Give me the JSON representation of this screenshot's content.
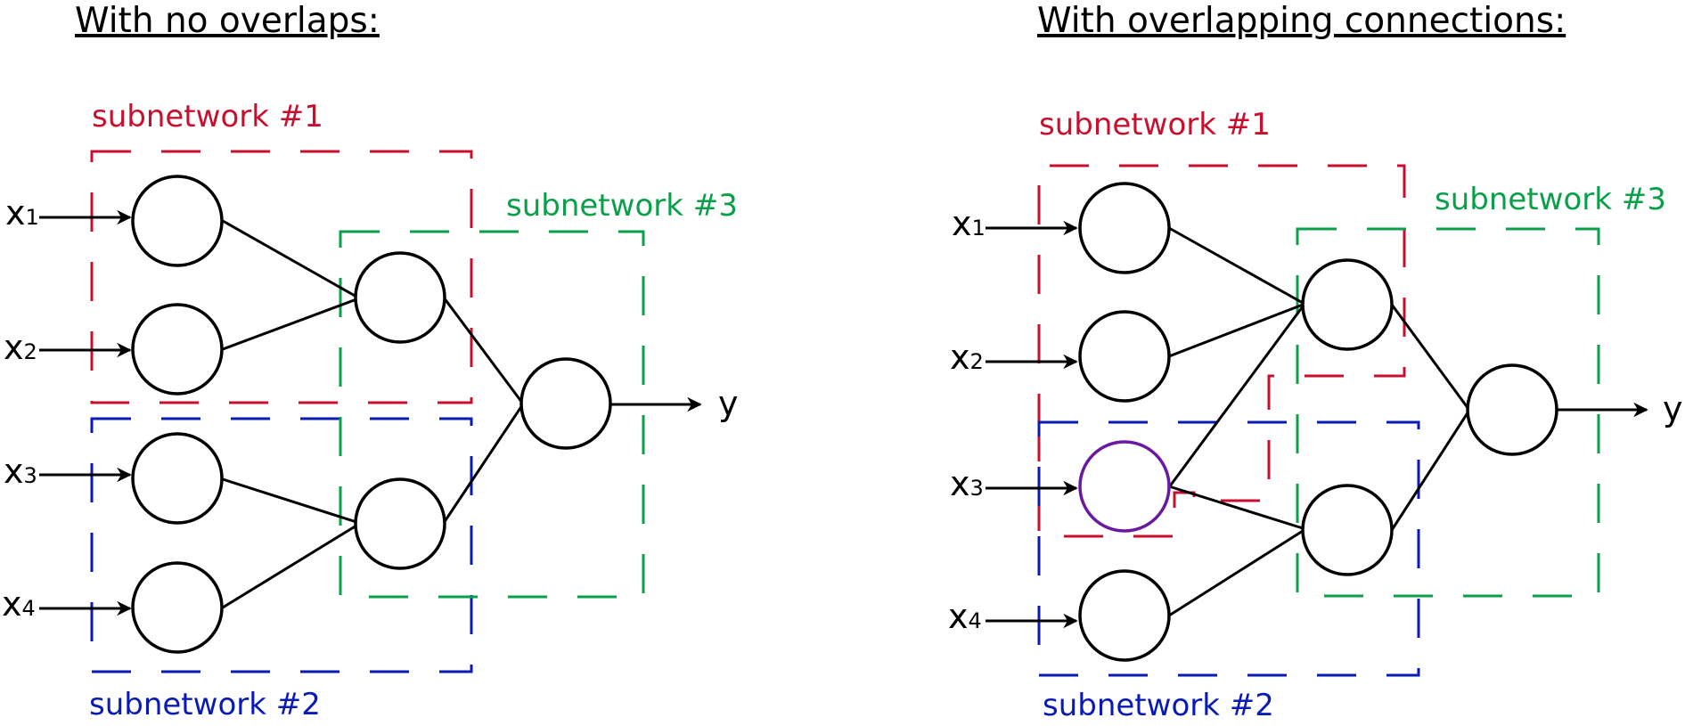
{
  "colors": {
    "subnetwork_1": "#c8102e",
    "subnetwork_2": "#0a1ab4",
    "subnetwork_3": "#0aa04a",
    "shared_node": "#6a1aa0"
  },
  "left": {
    "title": "With no overlaps:",
    "subnetwork_1": "subnetwork #1",
    "subnetwork_2": "subnetwork #2",
    "subnetwork_3": "subnetwork #3",
    "inputs": [
      {
        "base": "x",
        "index": "1"
      },
      {
        "base": "x",
        "index": "2"
      },
      {
        "base": "x",
        "index": "3"
      },
      {
        "base": "x",
        "index": "4"
      }
    ],
    "output": "y"
  },
  "right": {
    "title": "With overlapping connections:",
    "subnetwork_1": "subnetwork #1",
    "subnetwork_2": "subnetwork #2",
    "subnetwork_3": "subnetwork #3",
    "inputs": [
      {
        "base": "x",
        "index": "1"
      },
      {
        "base": "x",
        "index": "2"
      },
      {
        "base": "x",
        "index": "3"
      },
      {
        "base": "x",
        "index": "4"
      }
    ],
    "output": "y"
  }
}
